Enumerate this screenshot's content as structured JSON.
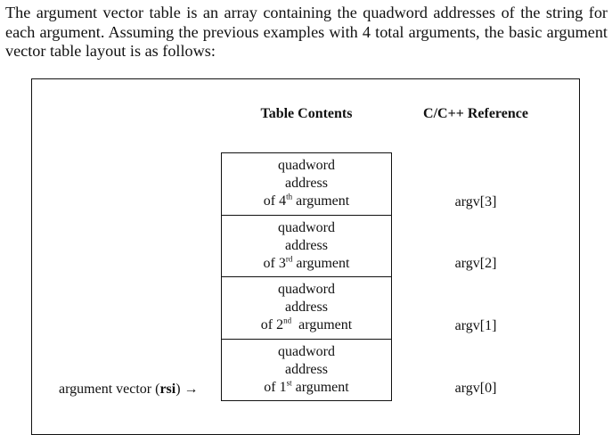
{
  "paragraph": "The argument vector table is an array containing the quadword addresses of the string for each argument.  Assuming the previous examples with 4 total arguments, the basic argument vector table layout is as follows:",
  "figure": {
    "header_contents": "Table Contents",
    "header_reference": "C/C++ Reference",
    "rows": [
      {
        "line1": "quadword",
        "line2": "address",
        "prefix": "of 4",
        "sup": "th",
        "suffix": " argument",
        "ref": "argv[3]"
      },
      {
        "line1": "quadword",
        "line2": "address",
        "prefix": "of 3",
        "sup": "rd",
        "suffix": " argument",
        "ref": "argv[2]"
      },
      {
        "line1": "quadword",
        "line2": "address",
        "prefix": "of 2",
        "sup": "nd",
        "suffix": "  argument",
        "ref": "argv[1]"
      },
      {
        "line1": "quadword",
        "line2": "address",
        "prefix": "of 1",
        "sup": "st",
        "suffix": " argument",
        "ref": "argv[0]"
      }
    ],
    "pointer_label_prefix": "argument vector (",
    "pointer_label_register": "rsi",
    "pointer_label_suffix": ") →"
  }
}
